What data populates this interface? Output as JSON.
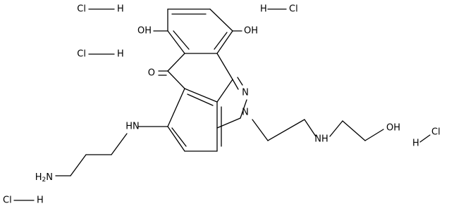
{
  "molecule": {
    "hcl": [
      {
        "cl": "Cl",
        "h": "H"
      },
      {
        "cl": "Cl",
        "h": "H"
      },
      {
        "cl": "Cl",
        "h": "H"
      },
      {
        "cl": "Cl",
        "h": "H"
      },
      {
        "cl": "Cl",
        "h": "H"
      }
    ],
    "atoms": {
      "oh_left": "OH",
      "oh_right": "OH",
      "ketone_o": "O",
      "n_ring_top": "N",
      "n_ring_bottom": "N",
      "nh_left": "HN",
      "nh_chain": "NH",
      "amine": "H2N",
      "oh_chain": "OH"
    }
  }
}
